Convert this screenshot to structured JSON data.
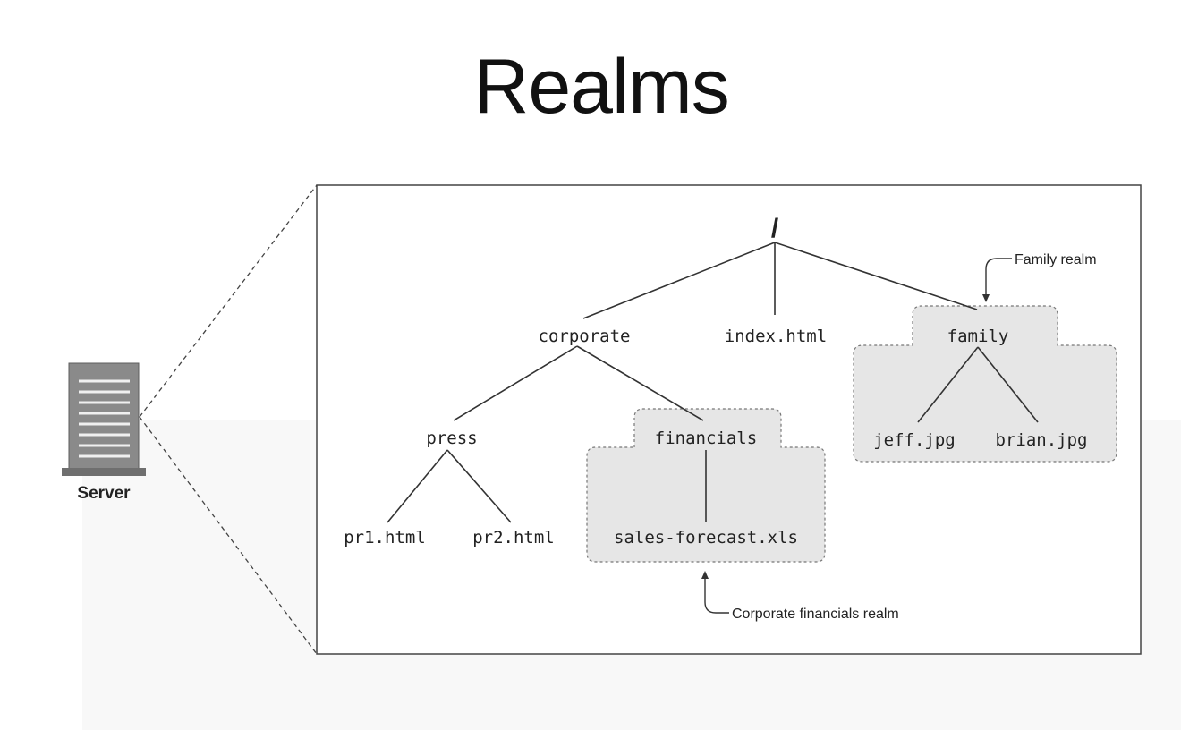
{
  "title": "Realms",
  "server": {
    "label": "Server",
    "icon": "server-icon"
  },
  "tree": {
    "root": "/",
    "nodes": {
      "corporate": "corporate",
      "index": "index.html",
      "family": "family",
      "press": "press",
      "financials": "financials",
      "jeff": "jeff.jpg",
      "brian": "brian.jpg",
      "pr1": "pr1.html",
      "pr2": "pr2.html",
      "sales": "sales-forecast.xls"
    }
  },
  "realms": {
    "family": "Family realm",
    "financials": "Corporate financials realm"
  },
  "colors": {
    "realm_fill": "#e6e6e6",
    "line": "#333333"
  }
}
